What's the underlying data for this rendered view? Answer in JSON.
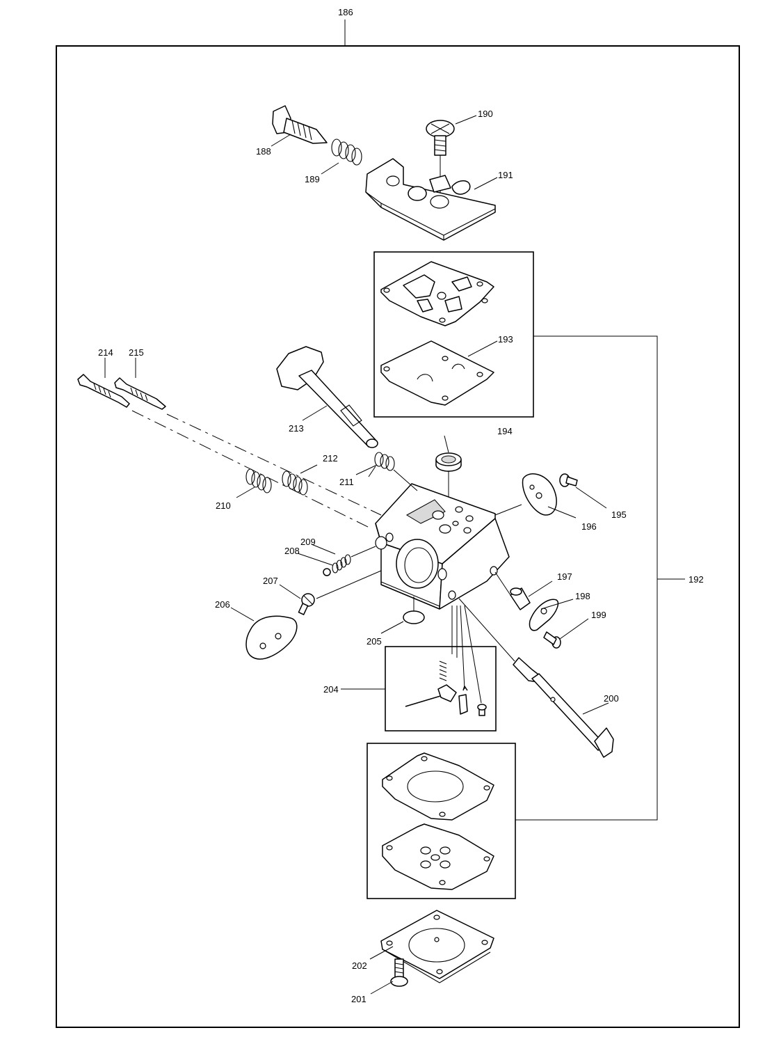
{
  "diagram": {
    "assembly_number": "186",
    "subassembly_number": "192",
    "parts": [
      {
        "id": "188"
      },
      {
        "id": "189"
      },
      {
        "id": "190"
      },
      {
        "id": "191"
      },
      {
        "id": "193"
      },
      {
        "id": "194"
      },
      {
        "id": "195"
      },
      {
        "id": "196"
      },
      {
        "id": "197"
      },
      {
        "id": "198"
      },
      {
        "id": "199"
      },
      {
        "id": "200"
      },
      {
        "id": "201"
      },
      {
        "id": "202"
      },
      {
        "id": "204"
      },
      {
        "id": "205"
      },
      {
        "id": "206"
      },
      {
        "id": "207"
      },
      {
        "id": "208"
      },
      {
        "id": "209"
      },
      {
        "id": "210"
      },
      {
        "id": "211"
      },
      {
        "id": "212"
      },
      {
        "id": "213"
      },
      {
        "id": "214"
      },
      {
        "id": "215"
      }
    ]
  }
}
